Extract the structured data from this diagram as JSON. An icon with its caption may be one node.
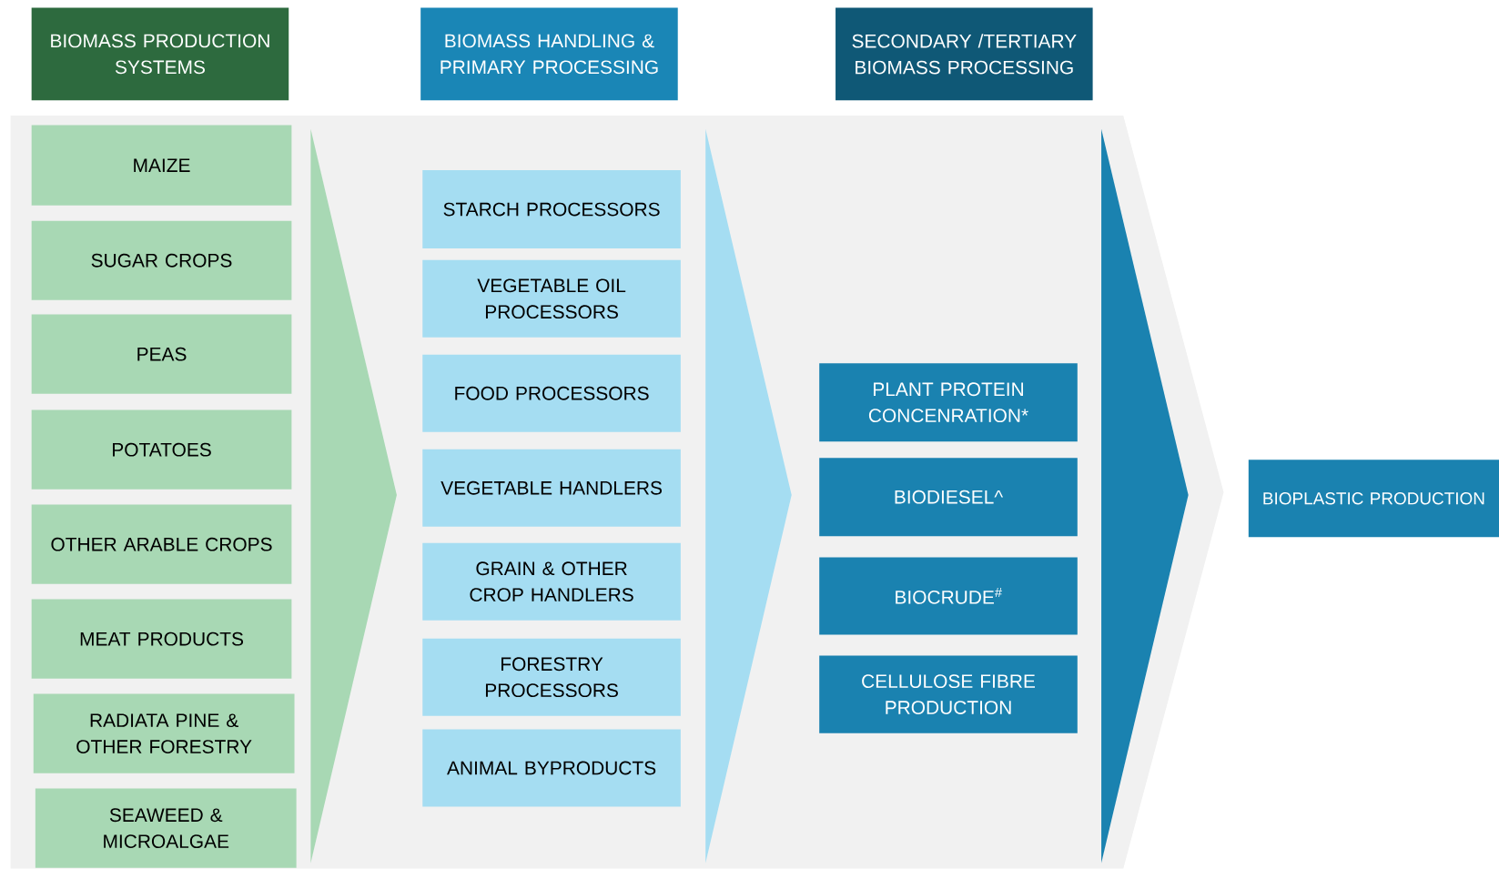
{
  "diagram": {
    "nodes": [
      {
        "text": [
          "BIOMASS PRODUCTION SYSTEMS"
        ]
      },
      {
        "text": [
          "BIOMASS HANDLING & PRIMARY PROCESSING"
        ]
      },
      {
        "text": [
          "SECONDARY /TERTIARY BIOMASS PROCESSING"
        ]
      },
      {
        "text": [
          "MAIZE"
        ]
      },
      {
        "text": [
          "SUGAR CROPS"
        ]
      },
      {
        "text": [
          "PEAS"
        ]
      },
      {
        "text": [
          "POTATOES"
        ]
      },
      {
        "text": [
          "OTHER ARABLE CROPS"
        ]
      },
      {
        "text": [
          "MEAT PRODUCTS"
        ]
      },
      {
        "text": [
          "RADIATA PINE & OTHER FORESTRY"
        ]
      },
      {
        "text": [
          "SEAWEED & MICROALGAE"
        ]
      },
      {
        "text": [
          "STARCH PROCESSORS"
        ]
      },
      {
        "text": [
          "VEGETABLE OIL PROCESSORS"
        ]
      },
      {
        "text": [
          "FOOD PROCESSORS"
        ]
      },
      {
        "text": [
          "VEGETABLE HANDLERS"
        ]
      },
      {
        "text": [
          "GRAIN & OTHER CROP HANDLERS"
        ]
      },
      {
        "text": [
          "FORESTRY PROCESSORS"
        ]
      },
      {
        "text": [
          "ANIMAL BYPRODUCTS"
        ]
      },
      {
        "text": [
          "PLANT PROTEIN CONCENRATION*"
        ]
      },
      {
        "text": [
          "BIODIESEL^"
        ]
      },
      {
        "text": [
          "BIOCRUDE$^{#}$"
        ]
      },
      {
        "text": [
          "CELLULOSE FIBRE PRODUCTION"
        ]
      },
      {
        "text": [
          "BIOPLASTIC PRODUCTION"
        ]
      }
    ]
  }
}
